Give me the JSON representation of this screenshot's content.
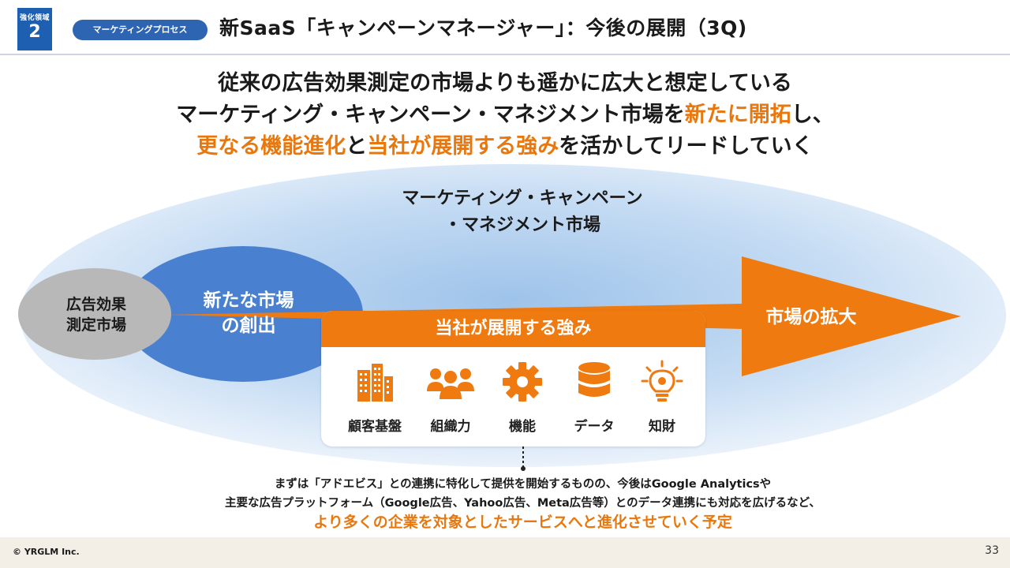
{
  "header": {
    "tag_small": "強化領域",
    "tag_number": "2",
    "category": "マーケティングプロセス",
    "title": "新SaaS「キャンペーンマネージャー」：今後の展開（3Q)"
  },
  "headline": {
    "line1": "従来の広告効果測定の市場よりも遥かに広大と想定している",
    "line2_a": "マーケティング・キャンペーン・マネジメント市場を",
    "line2_b": "新たに開拓",
    "line2_c": "し、",
    "line3_a": "更なる機能進化",
    "line3_b": "と",
    "line3_c": "当社が展開する強み",
    "line3_d": "を活かしてリードしていく"
  },
  "diagram": {
    "market_title_1": "マーケティング・キャンペーン",
    "market_title_2": "・マネジメント市場",
    "existing_1": "広告効果",
    "existing_2": "測定市場",
    "new_market_1": "新たな市場",
    "new_market_2": "の創出",
    "expansion": "市場の拡大",
    "colors": {
      "orange": "#ee7a10",
      "blue": "#4a80d0",
      "gray": "#b5b5b5",
      "ellipse": "#c9dcf2"
    }
  },
  "strengths": {
    "title": "当社が展開する強み",
    "items": [
      {
        "label": "顧客基盤",
        "icon": "building-icon"
      },
      {
        "label": "組織力",
        "icon": "team-icon"
      },
      {
        "label": "機能",
        "icon": "gear-icon"
      },
      {
        "label": "データ",
        "icon": "database-icon"
      },
      {
        "label": "知財",
        "icon": "lightbulb-icon"
      }
    ]
  },
  "note": {
    "line1": "まずは「アドエビス」との連携に特化して提供を開始するものの、今後はGoogle Analyticsや",
    "line2": "主要な広告プラットフォーム（Google広告、Yahoo広告、Meta広告等）とのデータ連携にも対応を広げるなど、",
    "line3": "より多くの企業を対象としたサービスへと進化させていく予定"
  },
  "footer": {
    "copyright": "© YRGLM Inc.",
    "page": "33"
  }
}
